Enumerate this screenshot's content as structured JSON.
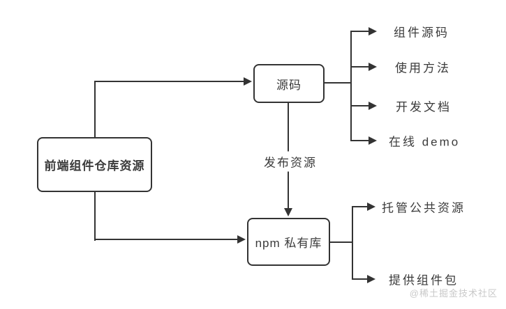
{
  "diagram": {
    "nodes": {
      "frontend_repo": "前端组件仓库资源",
      "source_code": "源码",
      "npm_private": "npm 私有库"
    },
    "edge_labels": {
      "publish": "发布资源"
    },
    "leaves_top": [
      "组件源码",
      "使用方法",
      "开发文档",
      "在线 demo"
    ],
    "leaves_bottom": [
      "托管公共资源",
      "提供组件包"
    ],
    "watermark": "@稀土掘金技术社区",
    "colors": {
      "line": "#333333",
      "text": "#3b3b3b",
      "watermark": "#c9c9c9",
      "background": "#ffffff"
    }
  }
}
